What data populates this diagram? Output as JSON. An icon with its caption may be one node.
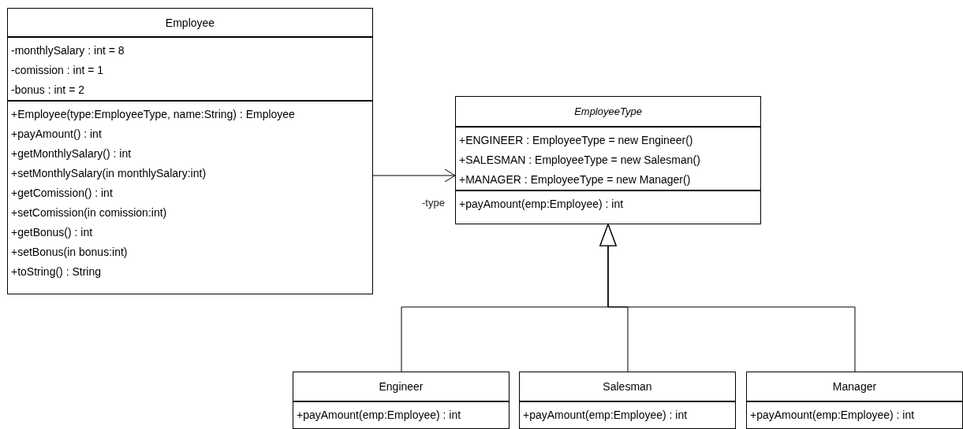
{
  "diagram": {
    "nodes": [
      {
        "text": [
          "Employee",
          "-monthlySalary : int = 8",
          "-comission : int = 1",
          "-bonus : int = 2",
          "+Employee(type:EmployeeType, name:String) : Employee",
          "+payAmount() : int",
          "+getMonthlySalary() : int",
          "+setMonthlySalary(in monthlySalary:int)",
          "+getComission() : int",
          "+setComission(in comission:int)",
          "+getBonus() : int",
          "+setBonus(in bonus:int)",
          "+toString() : String"
        ]
      },
      {
        "text": [
          "EmployeeType",
          "+ENGINEER : EmployeeType = new Engineer()",
          "+SALESMAN : EmployeeType = new Salesman()",
          "+MANAGER : EmployeeType = new Manager()",
          "+payAmount(emp:Employee) : int"
        ]
      },
      {
        "text": [
          "Engineer",
          "+payAmount(emp:Employee) : int"
        ]
      },
      {
        "text": [
          "Salesman",
          "+payAmount(emp:Employee) : int"
        ]
      },
      {
        "text": [
          "Manager",
          "+payAmount(emp:Employee) : int"
        ]
      }
    ],
    "edges": [
      {
        "from": 0,
        "to": 1,
        "arrow": "to",
        "label": "-type"
      },
      {
        "from": 2,
        "to": 1,
        "arrow": "to"
      },
      {
        "from": 3,
        "to": 1,
        "arrow": "to"
      },
      {
        "from": 4,
        "to": 1,
        "arrow": "to"
      }
    ]
  }
}
